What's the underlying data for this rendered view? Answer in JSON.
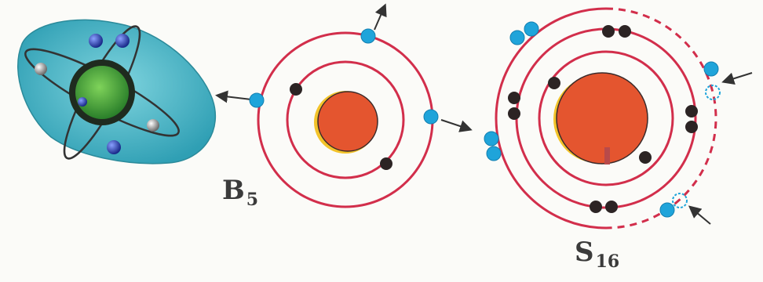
{
  "labels": {
    "boron_symbol": "B",
    "boron_subscript": "5",
    "sulfur_symbol": "S",
    "sulfur_subscript": "16"
  },
  "colors": {
    "orbit": "#d22e4b",
    "nucleus": "#e4552f",
    "nucleus_rim": "#f3c32a",
    "electron_fixed": "#2c2424",
    "electron_mobile": "#1fa4da",
    "cloud": "#3cb3c3",
    "cloud_core": "#2f9a2f"
  },
  "icons": {
    "boron_model": "bohr-atom-icon",
    "sulfur_model": "bohr-atom-icon",
    "electron_cloud": "electron-cloud-atom-icon",
    "electron_leaving": "arrow-out-icon",
    "electron_entering": "arrow-in-icon"
  }
}
